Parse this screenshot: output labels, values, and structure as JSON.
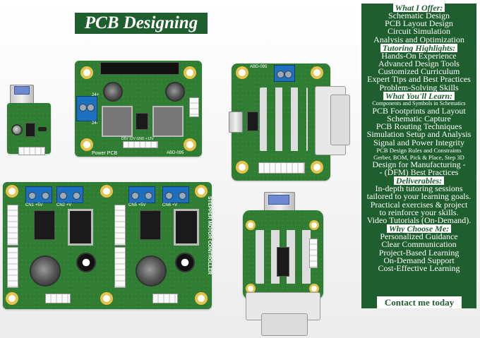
{
  "title": "PCB Designing",
  "panel": {
    "offer_heading": "What I Offer:",
    "offer_items": [
      "Schematic Design",
      "PCB Layout Design",
      "Circuit Simulation",
      "Analysis and Optimization"
    ],
    "tutoring_heading": "Tutoring Highlights:",
    "tutoring_items": [
      "Hands-On Experience",
      "Advanced Design Tools",
      "Customized Curriculum",
      "Expert Tips and Best Practices",
      "Problem-Solving Skills"
    ],
    "learn_heading": "What You'll Learn:",
    "learn_items": [
      "Components and Symbols in Schematics",
      "PCB Footprints and Layout",
      "Schematic Capture",
      "PCB Routing Techniques",
      "Simulation Setup and Analysis",
      "Signal and Power Integrity",
      "PCB Design Rules and Constraints",
      "Gerber, BOM, Pick & Place, Step 3D",
      "Design for Manufacturing -",
      "- (DFM) Best Practices"
    ],
    "deliverables_heading": "Deliverables:",
    "deliverables_items": [
      "In-depth tutoring sessions",
      "tailored to your learning goals.",
      "Practical exercises & project",
      "to reinforce your skills.",
      "Video Tutorials (On-Demand)."
    ],
    "why_heading": "Why Choose Me:",
    "why_items": [
      "Personalized Guidance",
      "Clear Communication",
      "Project-Based Learning",
      "On-Demand Support",
      "Cost-Effective Learning"
    ],
    "cta": "Contact me today"
  },
  "boards": {
    "power_label": "Power PCB",
    "power_code": "ABD-095",
    "power_vin": "24+",
    "power_gnd": "24-",
    "power_pins": "D5V 12V GND +12V",
    "rs_code": "ABD-095",
    "stepper_label": "STEPPER MOTOR CONTROLLER",
    "stepper_cn1": "CN1 +5V",
    "stepper_cn2": "CN2 +V",
    "stepper_cn5": "CN5 +5V",
    "stepper_cn6": "CN6 +V"
  },
  "colors": {
    "brand_green": "#1f5e2e",
    "pcb_green": "#2f7d32",
    "terminal_blue": "#1d6fc0",
    "pad_gold": "#e7c24a"
  }
}
